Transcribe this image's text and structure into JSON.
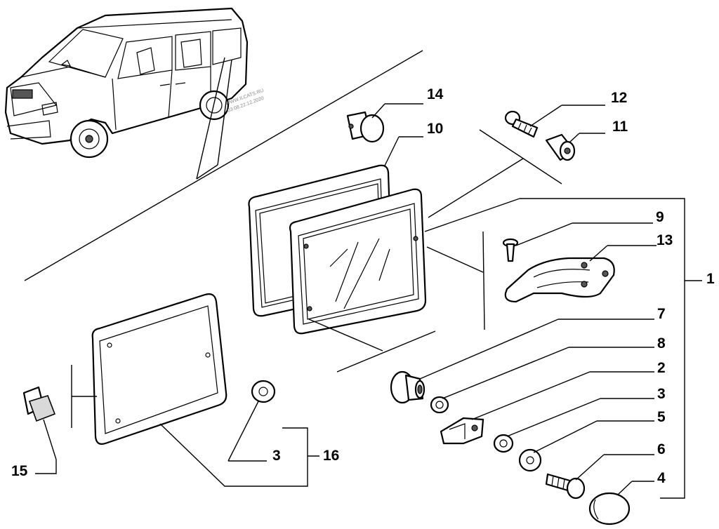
{
  "watermark": [
    "WWW.ILCATS.RU",
    "03.08.22.12.2020"
  ],
  "callouts": [
    {
      "id": "14",
      "label": "14"
    },
    {
      "id": "10",
      "label": "10"
    },
    {
      "id": "12",
      "label": "12"
    },
    {
      "id": "11",
      "label": "11"
    },
    {
      "id": "9",
      "label": "9"
    },
    {
      "id": "13",
      "label": "13"
    },
    {
      "id": "1",
      "label": "1"
    },
    {
      "id": "7",
      "label": "7"
    },
    {
      "id": "8",
      "label": "8"
    },
    {
      "id": "2",
      "label": "2"
    },
    {
      "id": "3a",
      "label": "3"
    },
    {
      "id": "5",
      "label": "5"
    },
    {
      "id": "6",
      "label": "6"
    },
    {
      "id": "4",
      "label": "4"
    },
    {
      "id": "3b",
      "label": "3"
    },
    {
      "id": "16",
      "label": "16"
    },
    {
      "id": "15",
      "label": "15"
    }
  ]
}
